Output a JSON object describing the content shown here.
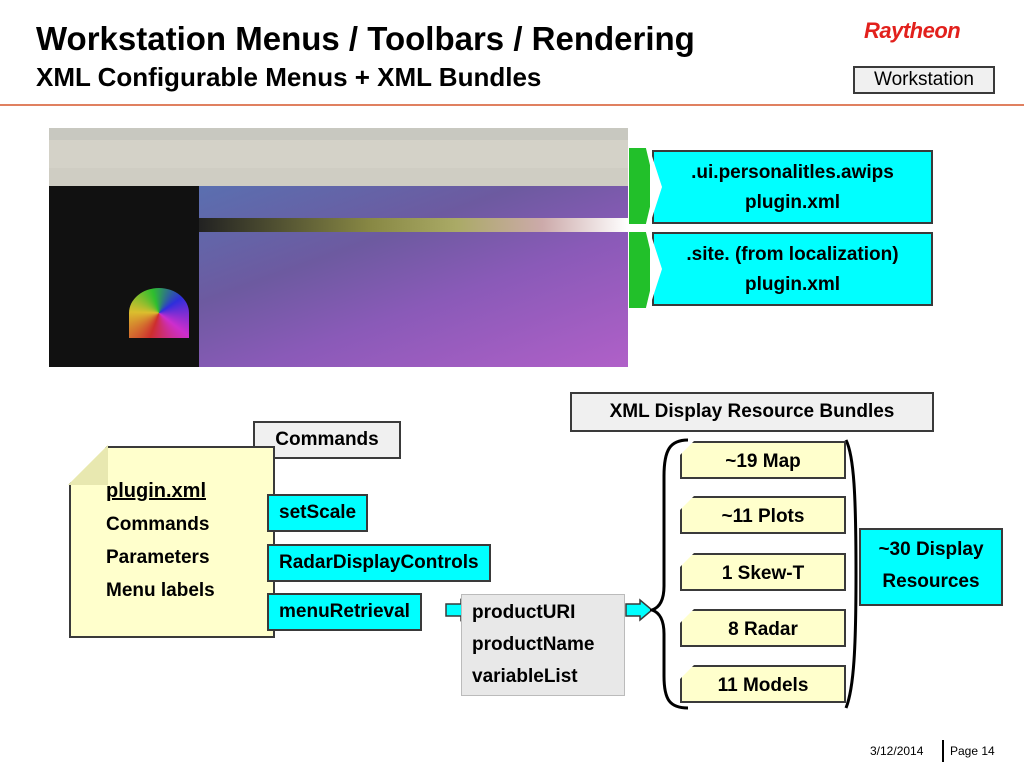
{
  "header": {
    "title": "Workstation Menus / Toolbars / Rendering",
    "subtitle": "XML Configurable Menus + XML Bundles",
    "logo": "Raytheon",
    "badge": "Workstation"
  },
  "plugin_boxes": [
    {
      "line1": ".ui.personalitles.awips",
      "line2": "plugin.xml"
    },
    {
      "line1": ".site. (from localization)",
      "line2": "plugin.xml"
    }
  ],
  "labels": {
    "xml_bundles": "XML Display Resource Bundles",
    "commands": "Commands"
  },
  "note": {
    "heading": "plugin.xml",
    "lines": [
      "Commands",
      "Parameters",
      "Menu labels"
    ]
  },
  "commands": [
    "setScale",
    "RadarDisplayControls",
    "menuRetrieval"
  ],
  "product_fields": [
    "productURI",
    "productName",
    "variableList"
  ],
  "bundles": [
    "~19 Map",
    "~11 Plots",
    "1 Skew-T",
    "8 Radar",
    "11 Models"
  ],
  "display_resources": {
    "line1": "~30 Display",
    "line2": "Resources"
  },
  "footer": {
    "date": "3/12/2014",
    "page": "Page 14"
  },
  "colors": {
    "cyan": "#00ffff",
    "note": "#ffffcc",
    "green": "#22c02a",
    "brand": "#e2201c"
  }
}
